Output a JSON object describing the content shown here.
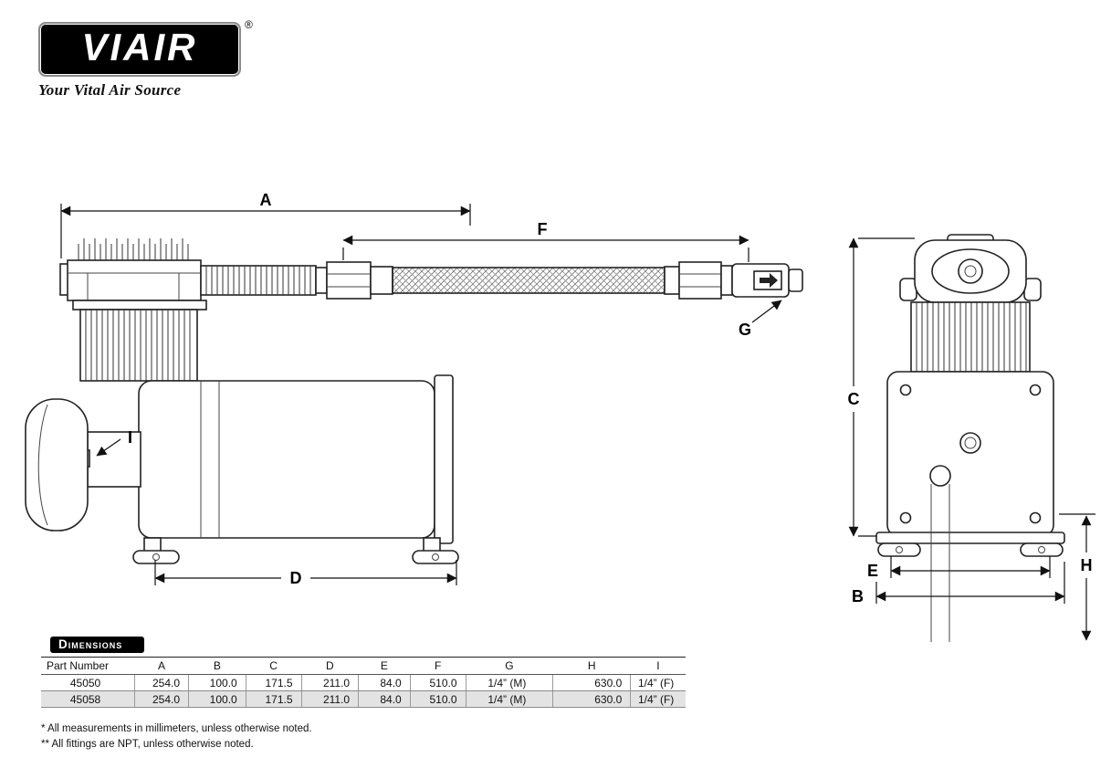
{
  "brand": {
    "logo_text": "VIAIR",
    "registered": "®",
    "tagline": "Your Vital Air Source"
  },
  "diagram": {
    "labels": {
      "A": "A",
      "B": "B",
      "C": "C",
      "D": "D",
      "E": "E",
      "F": "F",
      "G": "G",
      "H": "H",
      "I": "I"
    }
  },
  "table": {
    "section_title": "Dimensions",
    "headers": [
      "Part Number",
      "A",
      "B",
      "C",
      "D",
      "E",
      "F",
      "G",
      "H",
      "I"
    ],
    "rows": [
      [
        "45050",
        "254.0",
        "100.0",
        "171.5",
        "211.0",
        "84.0",
        "510.0",
        "1/4” (M)",
        "630.0",
        "1/4” (F)"
      ],
      [
        "45058",
        "254.0",
        "100.0",
        "171.5",
        "211.0",
        "84.0",
        "510.0",
        "1/4” (M)",
        "630.0",
        "1/4” (F)"
      ]
    ]
  },
  "footnotes": [
    "* All measurements in millimeters, unless otherwise noted.",
    "** All fittings are NPT, unless otherwise noted."
  ]
}
